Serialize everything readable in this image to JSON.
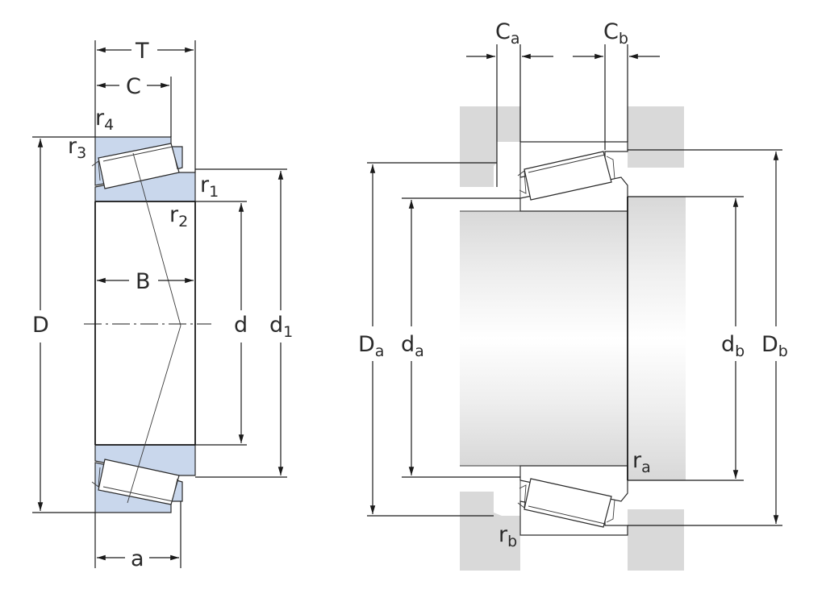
{
  "colors": {
    "ring_fill": "#c9d7ec",
    "housing_fill": "#d9d9d9",
    "line": "#1a1a1a"
  },
  "left_view": {
    "labels": {
      "T": "T",
      "C": "C",
      "r4_base": "r",
      "r4_sub": "4",
      "r3_base": "r",
      "r3_sub": "3",
      "r1_base": "r",
      "r1_sub": "1",
      "r2_base": "r",
      "r2_sub": "2",
      "B": "B",
      "D": "D",
      "d": "d",
      "d1_base": "d",
      "d1_sub": "1",
      "a": "a"
    }
  },
  "right_view": {
    "labels": {
      "Ca_base": "C",
      "Ca_sub": "a",
      "Cb_base": "C",
      "Cb_sub": "b",
      "Da_base": "D",
      "Da_sub": "a",
      "da_base": "d",
      "da_sub": "a",
      "db_base": "d",
      "db_sub": "b",
      "Db_base": "D",
      "Db_sub": "b",
      "ra_base": "r",
      "ra_sub": "a",
      "rb_base": "r",
      "rb_sub": "b"
    }
  }
}
